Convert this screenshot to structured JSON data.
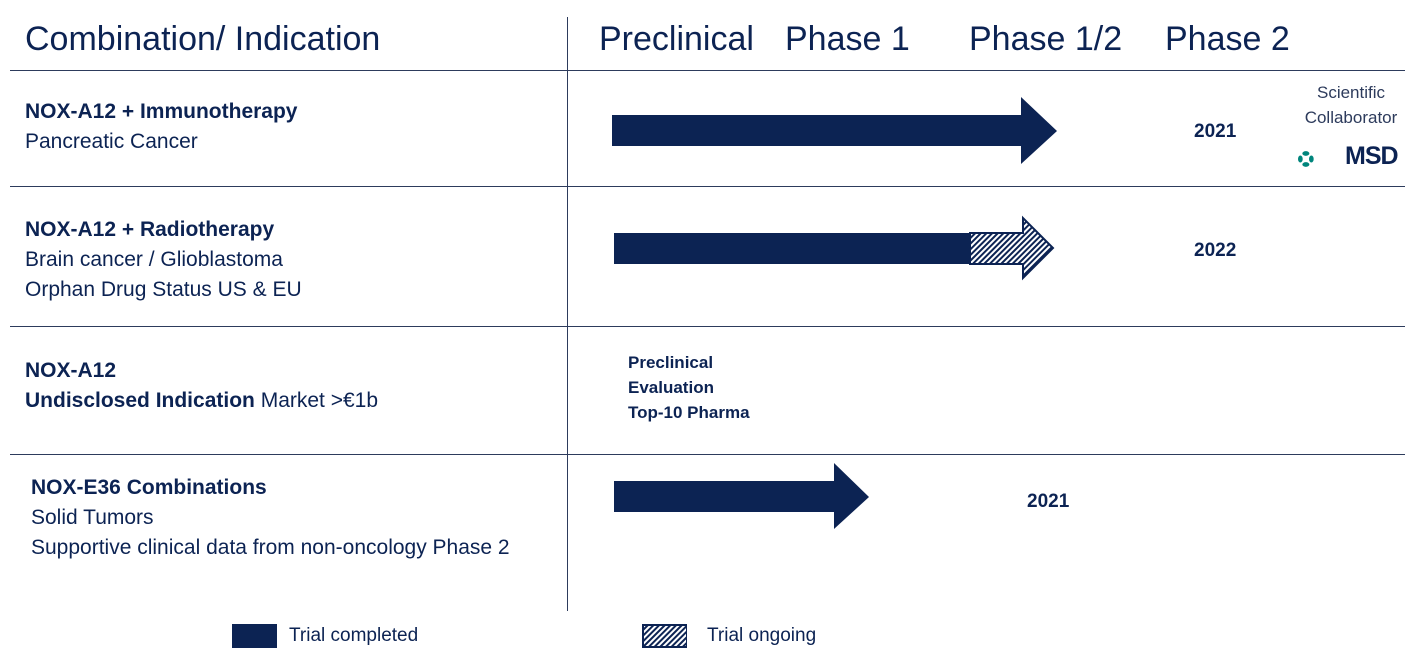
{
  "header": {
    "col_indication": "Combination/ Indication",
    "phase_preclinical": "Preclinical",
    "phase_1": "Phase 1",
    "phase_12": "Phase 1/2",
    "phase_2": "Phase 2"
  },
  "rows": [
    {
      "title": "NOX-A12 + Immunotherapy",
      "line2": "Pancreatic Cancer",
      "year": "2021",
      "status": "completed"
    },
    {
      "title": "NOX-A12 + Radiotherapy",
      "line2": "Brain cancer / Glioblastoma",
      "line3": "Orphan Drug Status US & EU",
      "year": "2022",
      "status": "completed-then-ongoing"
    },
    {
      "title": "NOX-A12",
      "line2_bold": "Undisclosed  Indication",
      "line2_rest": " Market >€1b",
      "note_l1": "Preclinical",
      "note_l2": "Evaluation",
      "note_l3": "Top-10 Pharma"
    },
    {
      "title": "NOX-E36 Combinations",
      "line2": "Solid Tumors",
      "line3": "Supportive clinical data from non-oncology Phase 2",
      "year": "2021",
      "status": "completed"
    }
  ],
  "collaborator": {
    "label_l1": "Scientific",
    "label_l2": "Collaborator",
    "logo_text": "MSD",
    "logo_color": "#00857c"
  },
  "legend": {
    "completed": "Trial completed",
    "ongoing": "Trial ongoing"
  },
  "colors": {
    "navy": "#0c2353",
    "line": "#2d3b5c"
  }
}
